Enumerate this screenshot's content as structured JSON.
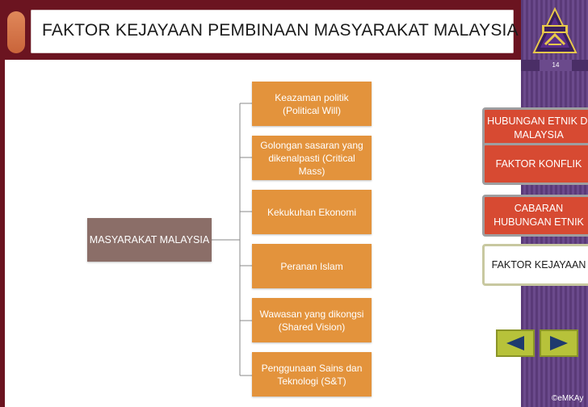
{
  "slide": {
    "title": "FAKTOR  KEJAYAAN PEMBINAAN MASYARAKAT MALAYSIA",
    "page_number": "14",
    "copyright": "©eMKAy"
  },
  "diagram": {
    "root": "MASYARAKAT MALAYSIA",
    "nodes": [
      "Keazaman politik (Political Will)",
      "Golongan sasaran yang dikenalpasti (Critical Mass)",
      "Kekukuhan Ekonomi",
      "Peranan Islam",
      "Wawasan yang dikongsi (Shared Vision)",
      "Penggunaan Sains dan Teknologi (S&T)"
    ]
  },
  "sidebar": {
    "buttons": [
      "HUBUNGAN ETNIK DI MALAYSIA",
      "FAKTOR KONFLIK",
      "CABARAN HUBUNGAN ETNIK",
      "FAKTOR KEJAYAAN"
    ],
    "prev_icon": "left-triangle-icon",
    "next_icon": "right-triangle-icon"
  },
  "colors": {
    "frame": "#6b1420",
    "node": "#e3933c",
    "root": "#8b6e68",
    "sidebar_btn": "#d74a32",
    "nav": "#b7c23a"
  }
}
